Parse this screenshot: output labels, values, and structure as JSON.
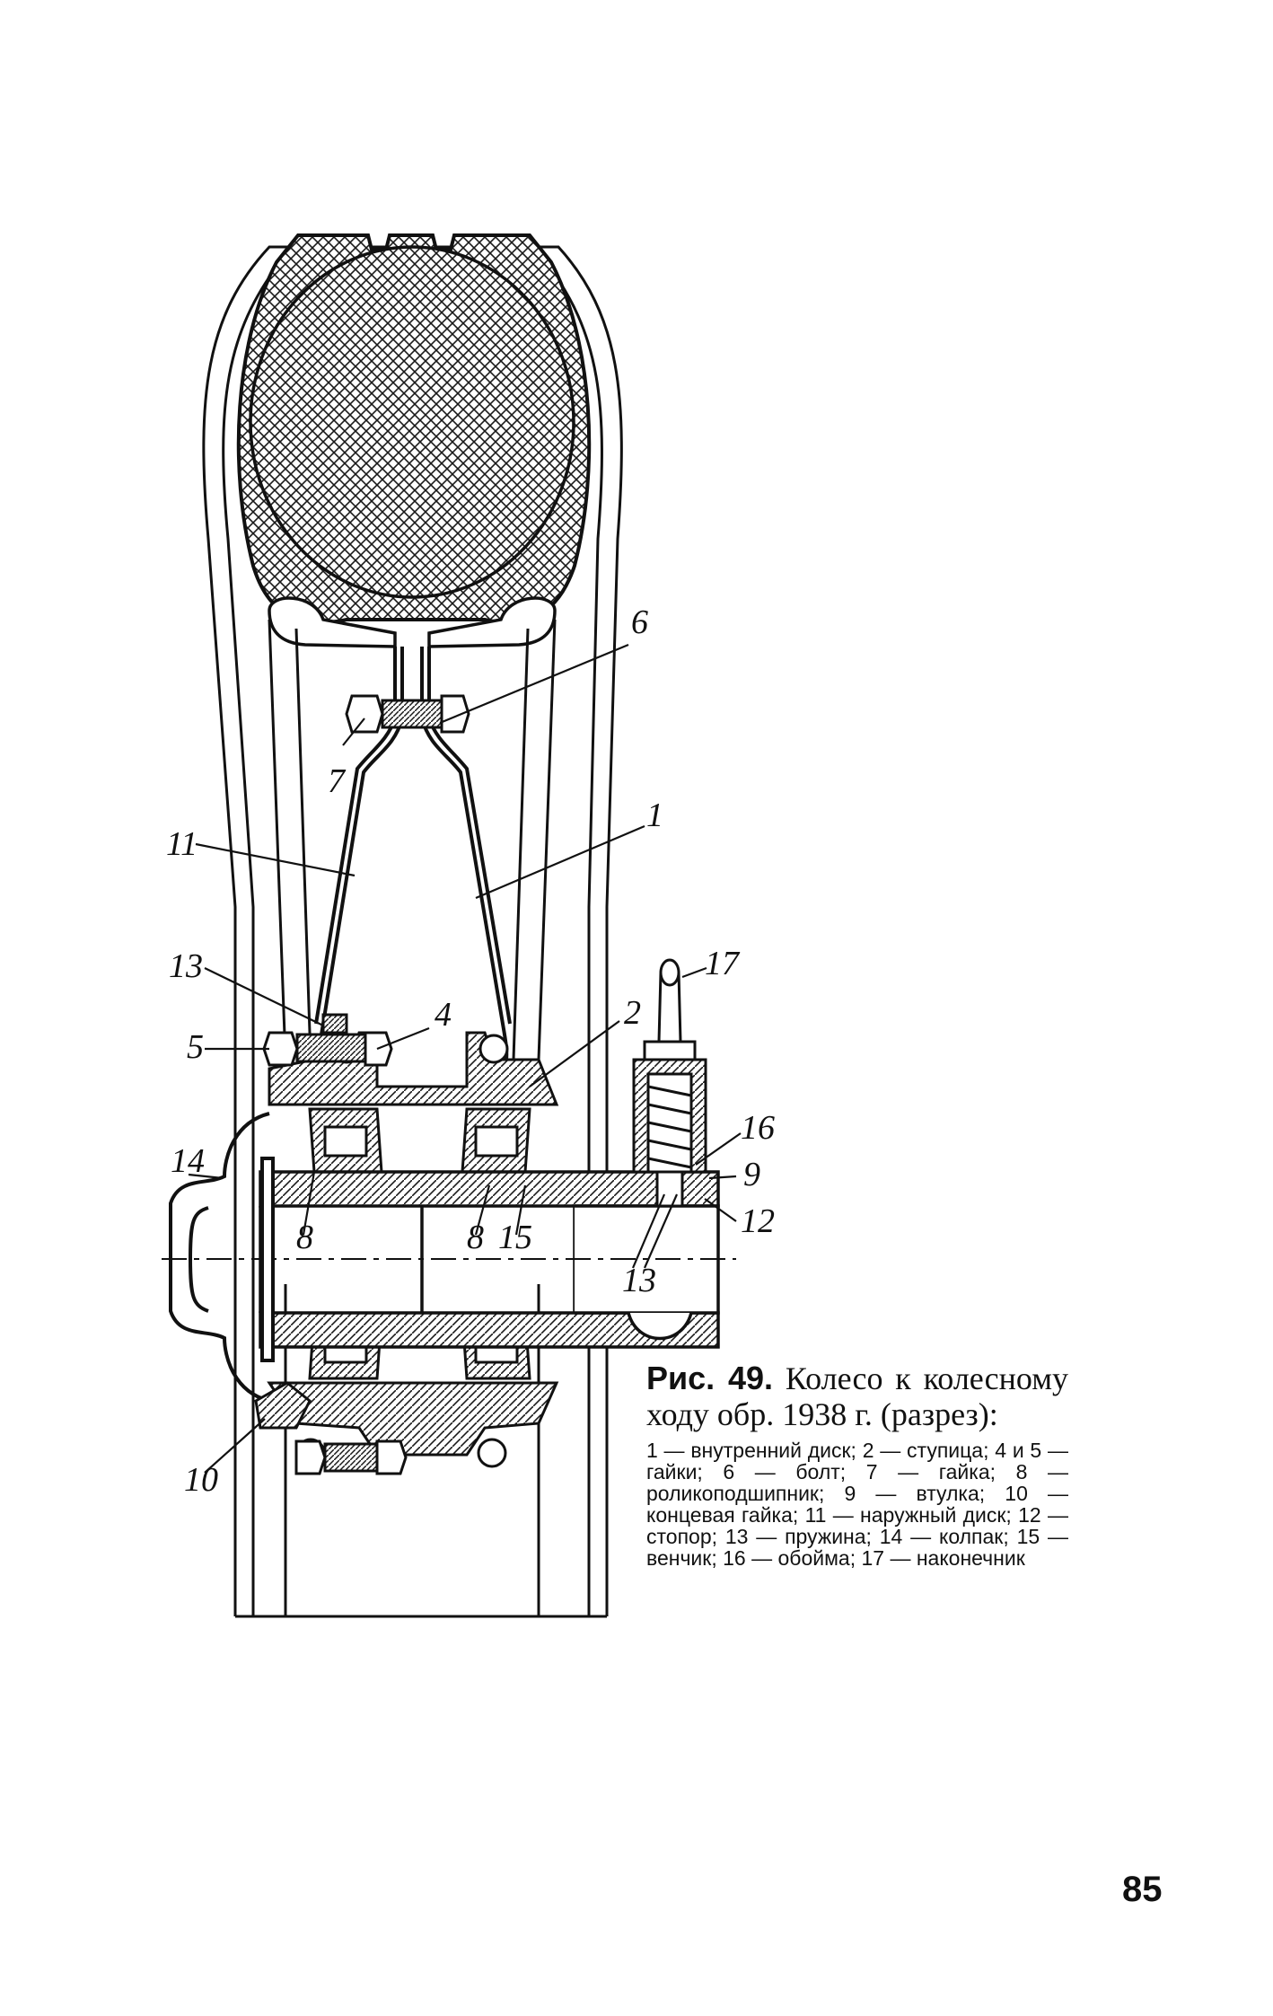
{
  "figure": {
    "callouts": [
      "6",
      "7",
      "11",
      "1",
      "13",
      "4",
      "5",
      "2",
      "17",
      "16",
      "14",
      "9",
      "8",
      "8",
      "15",
      "12",
      "13",
      "10"
    ],
    "caption": {
      "label": "Рис. 49.",
      "title": "Колесо к колесному ходу обр. 1938 г. (разрез):",
      "legend": "1 — внутренний диск; 2 — ступица; 4 и 5 — гайки; 6 — болт; 7 — гайка; 8 — роликоподшипник; 9 — втулка; 10 — концевая гайка; 11 — наружный диск; 12 — стопор; 13 — пружина; 14 — колпак; 15 — венчик; 16 — обойма; 17 — наконечник"
    }
  },
  "page": {
    "number": "85"
  }
}
